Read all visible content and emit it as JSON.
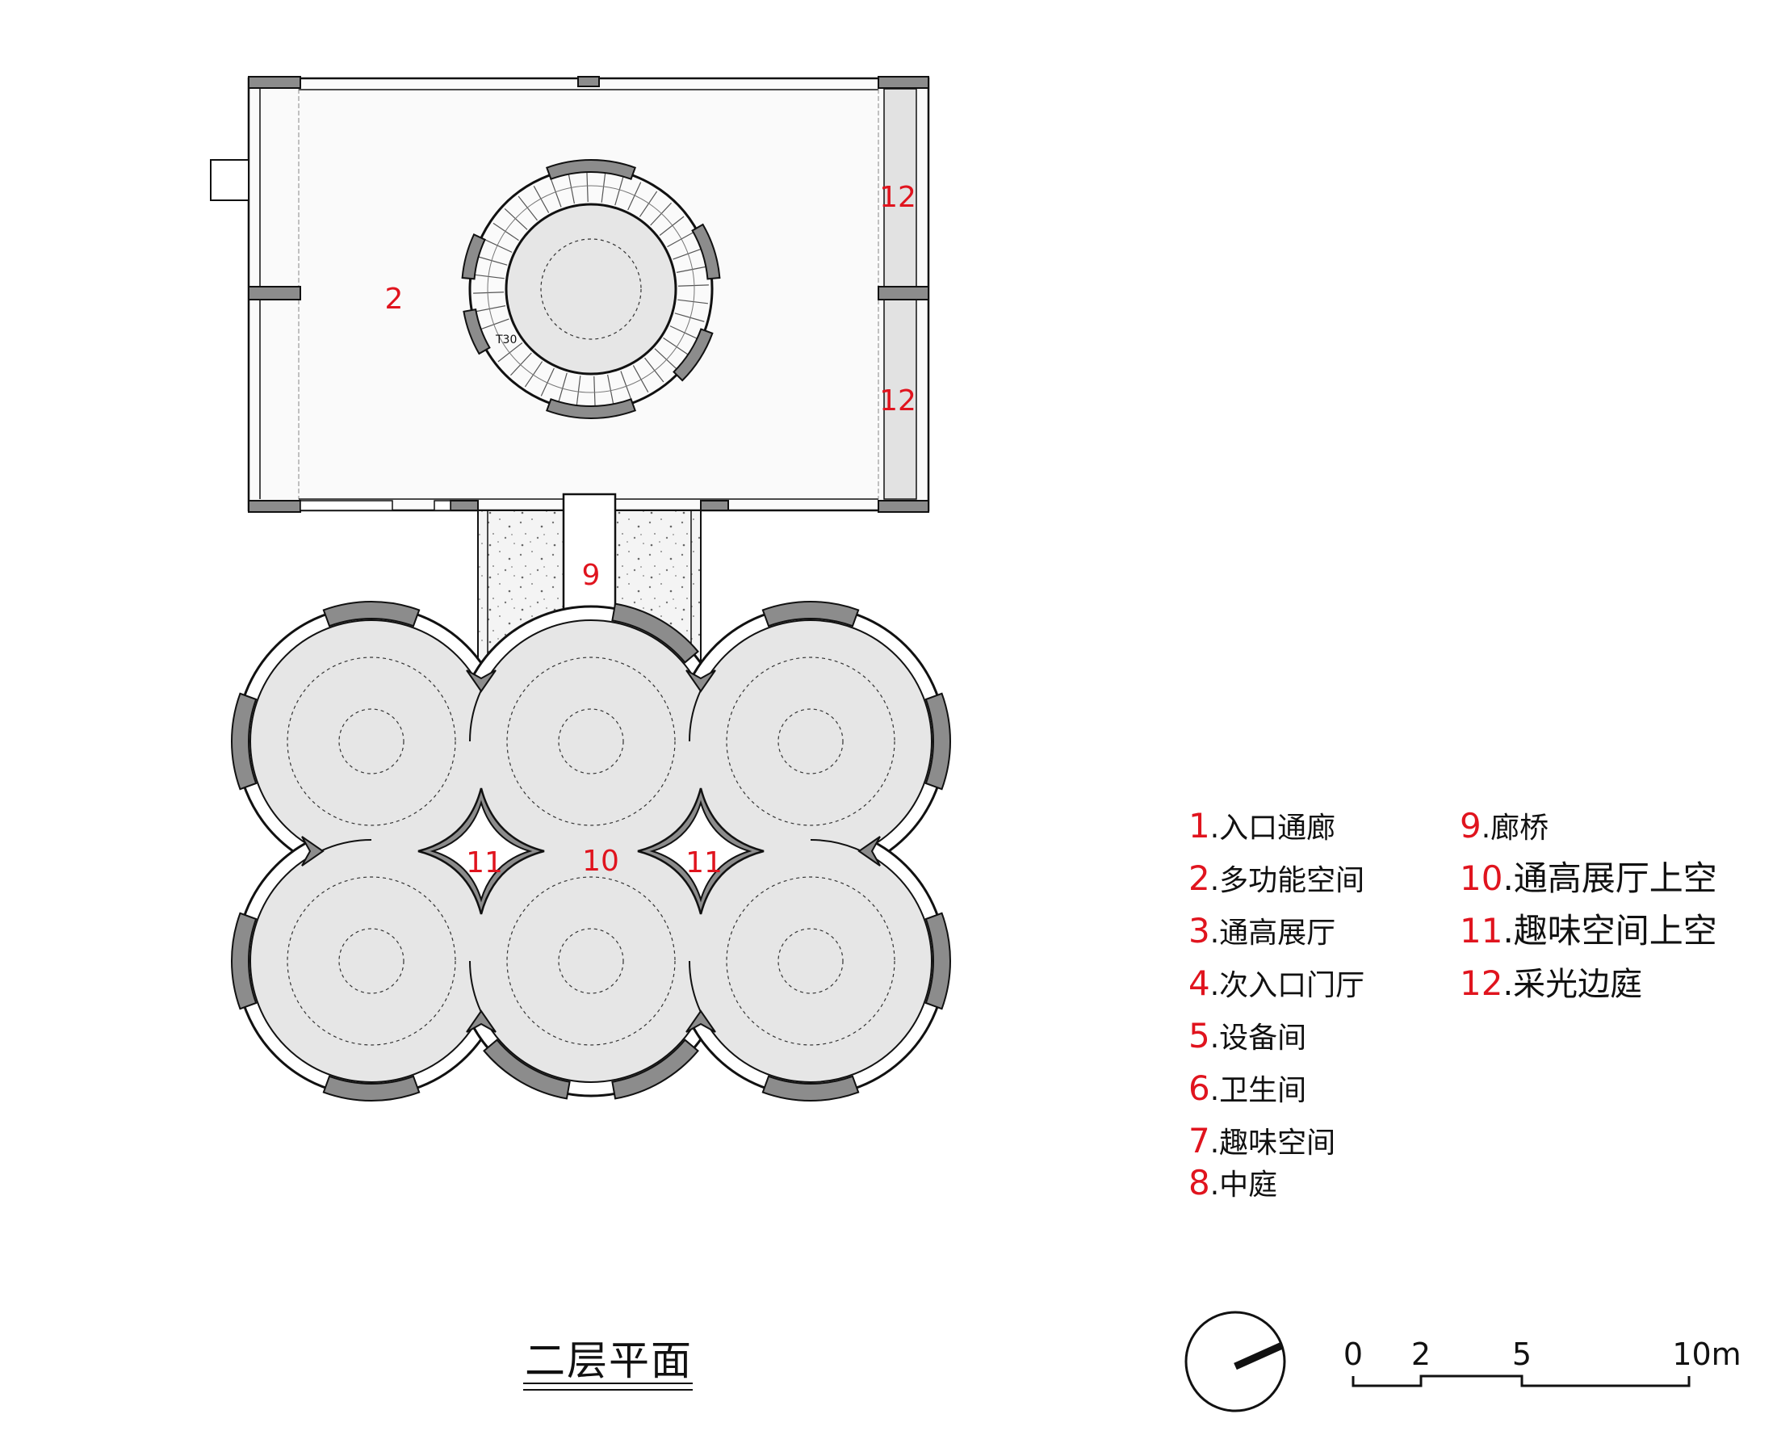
{
  "labels": {
    "upper_room": "2",
    "side_top": "12",
    "side_bottom": "12",
    "bridge": "9",
    "center": "10",
    "void_left": "11",
    "void_right": "11",
    "stair_tag": "T30"
  },
  "legend": {
    "col1": [
      {
        "num": "1",
        "text": ".入口通廊"
      },
      {
        "num": "2",
        "text": ".多功能空间"
      },
      {
        "num": "3",
        "text": ".通高展厅"
      },
      {
        "num": "4",
        "text": ".次入口门厅"
      },
      {
        "num": "5",
        "text": ".设备间"
      },
      {
        "num": "6",
        "text": ".卫生间"
      },
      {
        "num": "7",
        "text": ".趣味空间"
      },
      {
        "num": "8",
        "text": ".中庭"
      }
    ],
    "col2": [
      {
        "num": "9",
        "text": ".廊桥"
      },
      {
        "num": "10",
        "text": ".通高展厅上空"
      },
      {
        "num": "11",
        "text": ".趣味空间上空"
      },
      {
        "num": "12",
        "text": ".采光边庭"
      }
    ]
  },
  "title": "二层平面",
  "scale": {
    "t0": "0",
    "t1": "2",
    "t2": "5",
    "t3": "10m"
  },
  "colors": {
    "label_red": "#e0141e",
    "floor_gray": "#e6e6e6",
    "wall_gray": "#8c8c8c"
  }
}
